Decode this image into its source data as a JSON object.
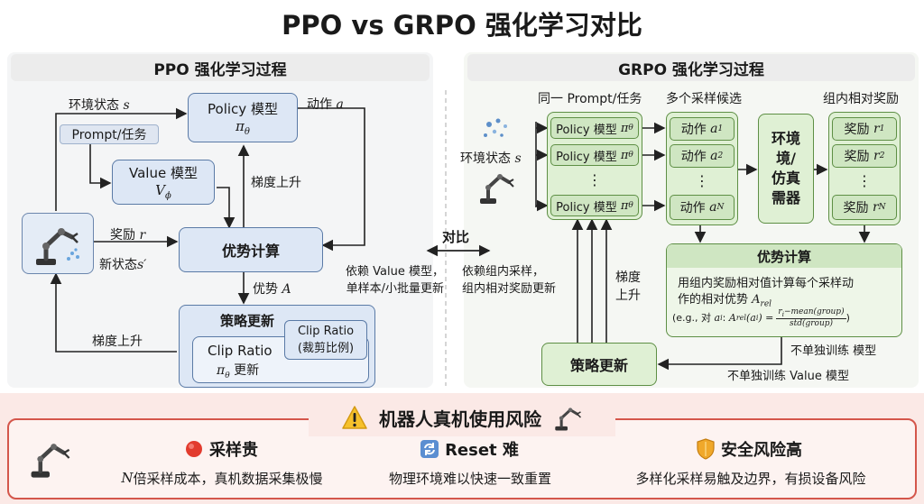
{
  "title": "PPO vs GRPO 强化学习对比",
  "ppo": {
    "header": "PPO 强化学习过程",
    "env_state": "环境状态",
    "sym_s": "s",
    "policy_label": "Policy 模型",
    "policy_sym": "π",
    "theta": "θ",
    "action_label": "动作",
    "sym_a": "a",
    "prompt": "Prompt/任务",
    "value_label": "Value 模型",
    "value_sym": "V",
    "phi": "ϕ",
    "grad_up": "梯度上升",
    "reward_label": "奖励",
    "sym_r": "r",
    "new_state_label": "新状态",
    "sym_s_prime": "s′",
    "advantage": "优势计算",
    "adv_label": "优势",
    "sym_A": "A",
    "policy_update": "策略更新",
    "clip_inner1": "Clip Ratio",
    "clip_inner2": "更新",
    "clip_front1": "Clip Ratio",
    "clip_front2": "(裁剪比例)",
    "grad_up_bottom": "梯度上升"
  },
  "middle": {
    "compare": "对比",
    "left_line1": "依赖 Value 模型，",
    "left_line2": "单样本/小批量更新",
    "right_line1": "依赖组内采样，",
    "right_line2": "组内相对奖励更新"
  },
  "grpo": {
    "header": "GRPO 强化学习过程",
    "same_prompt": "同一 Prompt/任务",
    "multi_sample": "多个采样候选",
    "group_reward": "组内相对奖励",
    "env_state": "环境状态",
    "sym_s": "s",
    "policy_label": "Policy 模型",
    "policy_sym": "π",
    "theta": "θ",
    "action_label": "动作",
    "sym_a": "a",
    "sub_1": "1",
    "sub_2": "2",
    "sub_N": "N",
    "dots": "⋮",
    "env_sim": "环境\n境/\n仿真\n需器",
    "reward_label": "奖励",
    "sym_r": "r",
    "adv_title": "优势计算",
    "adv_desc1": "用组内奖励相对值计算每个采样动",
    "adv_desc2": "作的相对优势",
    "sym_A": "A",
    "rel": "rel",
    "adv_eg_prefix": "(e.g., 对",
    "adv_eg_mid": ":",
    "formula_num": "r",
    "formula_num2": "i",
    "formula_num3": "−mean(group)",
    "formula_den": "std(group)",
    "grad_up": "梯度\n上升",
    "policy_update": "策略更新",
    "no_train1": "不单独训练 模型",
    "no_train2": "不单独训练 Value 模型"
  },
  "risk": {
    "title": "机器人真机使用风险",
    "items": [
      {
        "name": "采样贵",
        "sym": "N",
        "desc": " 倍采样成本，真机数据采集极慢",
        "icon": "red-circle-icon"
      },
      {
        "name": "Reset 难",
        "desc": "物理环境难以快速一致重置",
        "icon": "reset-icon"
      },
      {
        "name": "安全风险高",
        "desc": "多样化采样易触及边界，有损设备风险",
        "icon": "shield-icon"
      }
    ]
  },
  "colors": {
    "ppo_blue": "#dde7f5",
    "grpo_green": "#dff0d4",
    "risk_red": "#d4564b"
  }
}
